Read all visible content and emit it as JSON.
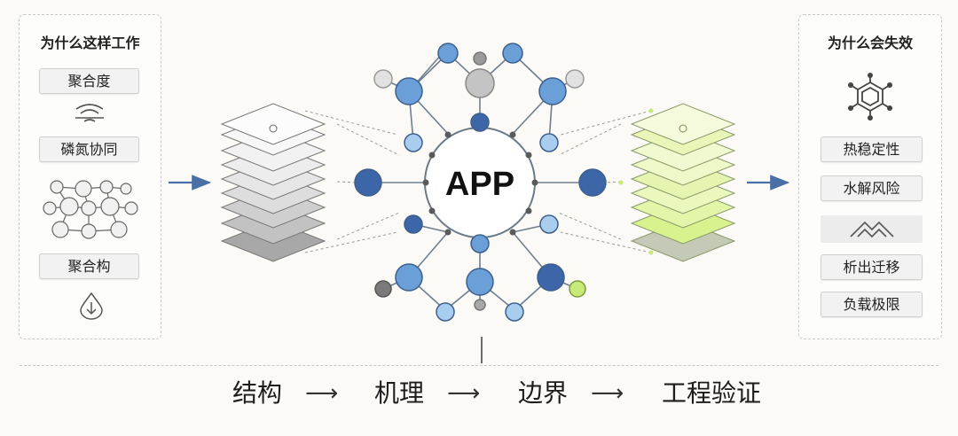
{
  "left_panel": {
    "title": "为什么这样工作",
    "items": [
      "聚合度",
      "磷氮协同",
      "聚合构"
    ]
  },
  "center": {
    "label": "APP"
  },
  "right_panel": {
    "title": "为什么会失效",
    "items": [
      "热稳定性",
      "水解风险",
      "析出迁移",
      "负载极限"
    ]
  },
  "flow": {
    "steps": [
      "结构",
      "机理",
      "边界",
      "工程验证"
    ],
    "arrow": "⟶"
  },
  "colors": {
    "blue_node": "#6a9fd8",
    "dark_blue_node": "#3d66a8",
    "light_blue_node": "#a9cdee",
    "gray_node": "#c4c4c4",
    "lime_accent": "#c8ea7a",
    "arrow_blue": "#4a6fa5"
  }
}
